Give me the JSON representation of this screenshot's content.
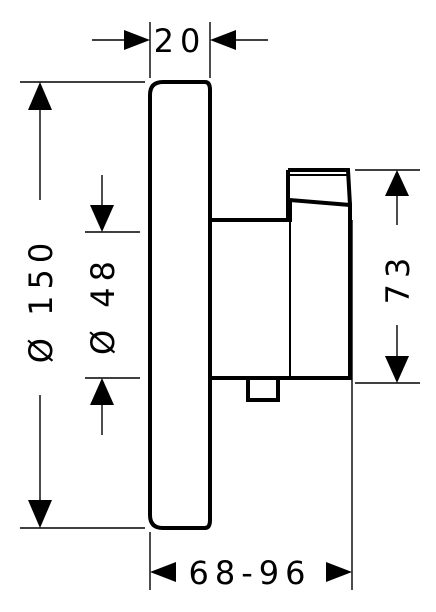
{
  "dimensions": {
    "width_top": "20",
    "height_total": "Ø 150",
    "inner_diameter": "Ø 48",
    "handle_height": "73",
    "depth_bottom": "68-96"
  }
}
